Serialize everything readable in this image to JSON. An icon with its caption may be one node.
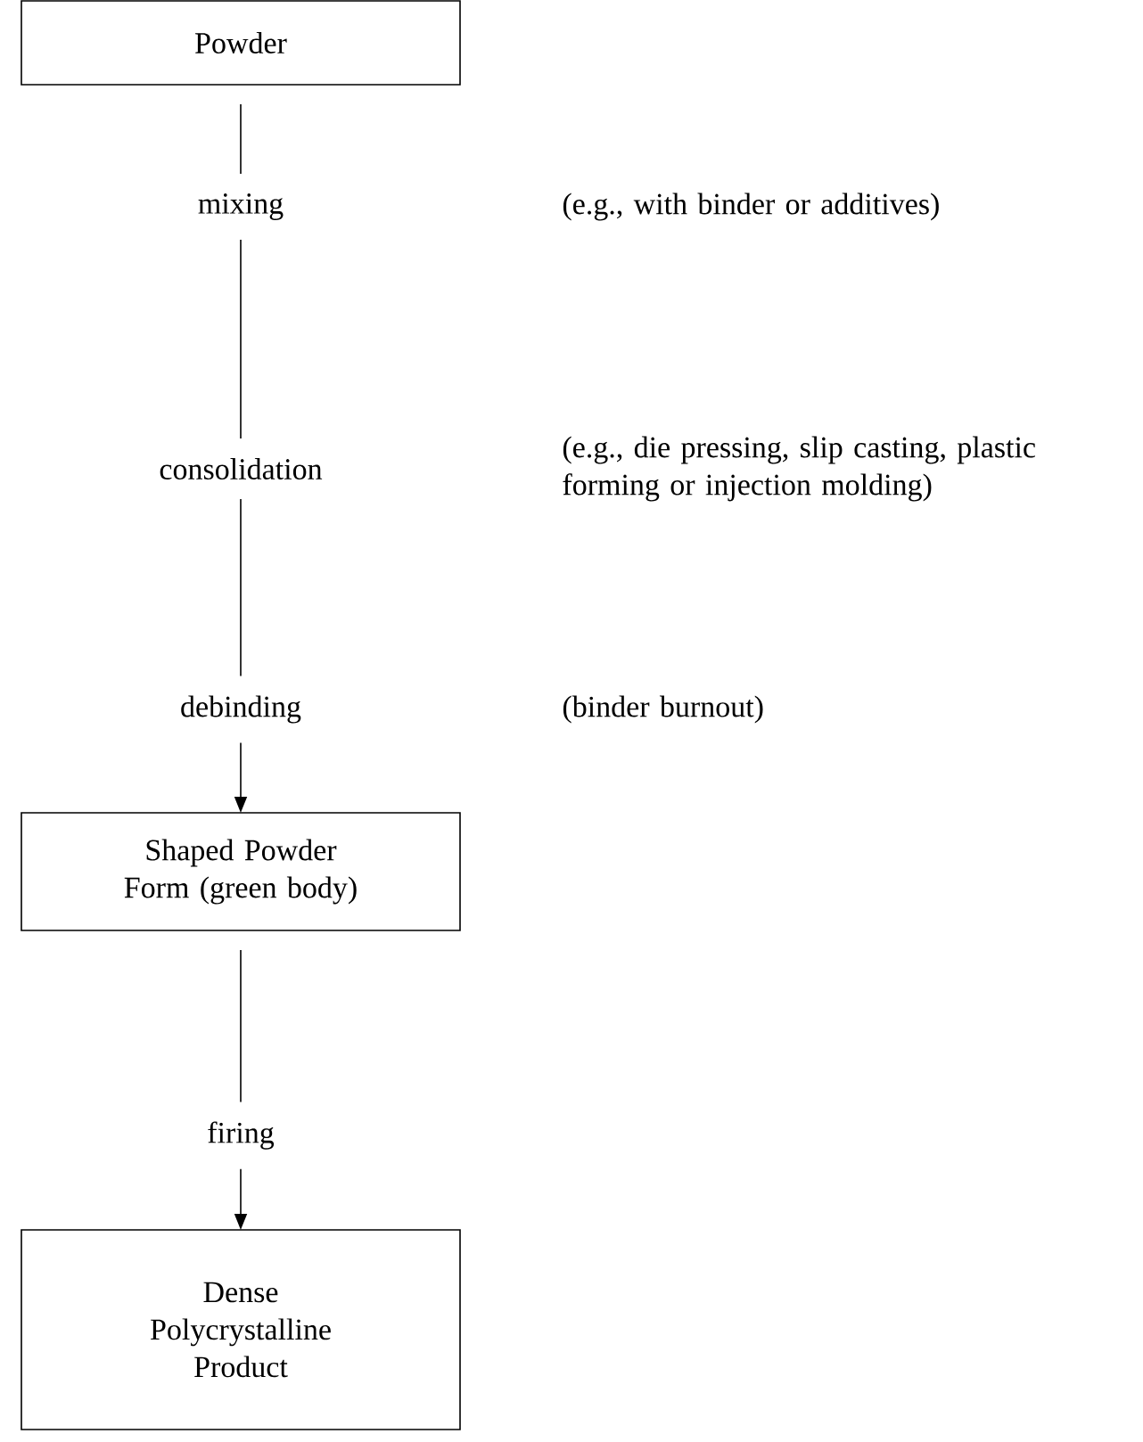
{
  "diagram": {
    "nodes": [
      {
        "text": [
          "Powder"
        ]
      },
      {
        "text": [
          "mixing"
        ],
        "beside": [
          "(e.g., with binder or additives)"
        ]
      },
      {
        "text": [
          "consolidation"
        ],
        "beside": [
          "(e.g., die pressing, slip casting, plastic forming or injection molding)"
        ]
      },
      {
        "text": [
          "debinding"
        ],
        "beside": [
          "(binder burnout)"
        ]
      },
      {
        "text": [
          "Shaped Powder Form (green body)"
        ]
      },
      {
        "text": [
          "firing"
        ]
      },
      {
        "text": [
          "Dense Polycrystalline Product"
        ]
      }
    ],
    "edges": [
      {
        "from": 0,
        "to": 1,
        "arrow": "none"
      },
      {
        "from": 1,
        "to": 2,
        "arrow": "none"
      },
      {
        "from": 2,
        "to": 3,
        "arrow": "none"
      },
      {
        "from": 3,
        "to": 4,
        "arrow": "to"
      },
      {
        "from": 4,
        "to": 5,
        "arrow": "none"
      },
      {
        "from": 5,
        "to": 6,
        "arrow": "to"
      }
    ]
  }
}
